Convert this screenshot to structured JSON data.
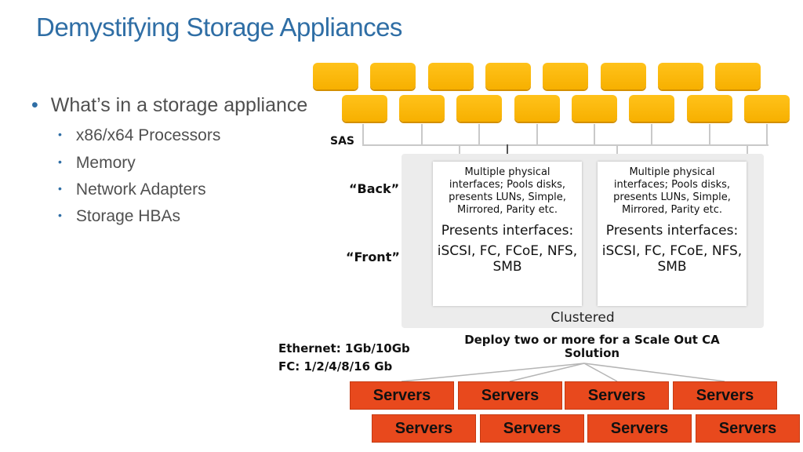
{
  "title": "Demystifying Storage Appliances",
  "bullets": {
    "main": "What’s in a storage appliance",
    "items": [
      "x86/x64 Processors",
      "Memory",
      "Network Adapters",
      "Storage HBAs"
    ]
  },
  "diagram": {
    "sas_label": "SAS",
    "back_label": "“Back”",
    "front_label": "“Front”",
    "cluster_label": "Clustered",
    "nodes": [
      {
        "back_text": "Multiple physical interfaces; Pools disks, presents LUNs, Simple, Mirrored, Parity etc.",
        "front_text": "Presents interfaces:",
        "protocols": "iSCSI, FC, FCoE, NFS, SMB"
      },
      {
        "back_text": "Multiple physical interfaces; Pools disks, presents LUNs, Simple, Mirrored, Parity etc.",
        "front_text": "Presents interfaces:",
        "protocols": "iSCSI, FC, FCoE, NFS, SMB"
      }
    ],
    "ethernet_label": "Ethernet: 1Gb/10Gb",
    "fc_label": "FC: 1/2/4/8/16 Gb",
    "deploy_label": "Deploy two or more for a Scale Out CA Solution",
    "servers_row1": [
      "Servers",
      "Servers",
      "Servers",
      "Servers"
    ],
    "servers_row2": [
      "Servers",
      "Servers",
      "Servers",
      "Servers"
    ]
  },
  "colors": {
    "title": "#2f6ea5",
    "disk": "#f7b000",
    "server": "#e8491d"
  }
}
